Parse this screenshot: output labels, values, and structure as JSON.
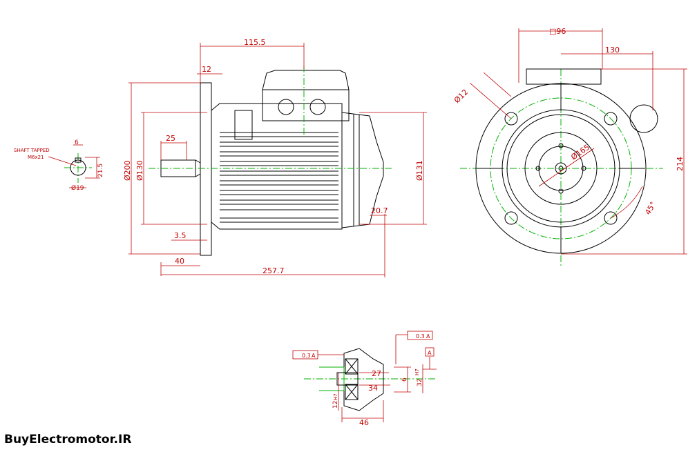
{
  "brand": "BuyElectromotor.IR",
  "colors": {
    "outline": "#000000",
    "dimension": "#c00000",
    "centerline": "#00b000"
  },
  "shaft": {
    "label": "SHAFT TAPPED",
    "thread": "M6x21",
    "key_width": "6",
    "height": "21.5",
    "diameter": "Ø19"
  },
  "side_view": {
    "length_115_5": "115.5",
    "flange_thk": "12",
    "shaft_len": "25",
    "dia_200": "Ø200",
    "dia_130": "Ø130",
    "dia_131": "Ø131",
    "spigot": "3.5",
    "shaft_total": "40",
    "overall": "257.7",
    "fan_offset": "20.7"
  },
  "end_view": {
    "box": "□96",
    "offset_130": "130",
    "hole": "Ø12",
    "pcd": "Ø165",
    "angle": "45°",
    "height": "214"
  },
  "detail": {
    "tol_perp": "0.3",
    "datum_a": "A",
    "tol_pos": "0.3",
    "datum_a2": "A",
    "datum_flag": "A",
    "d27": "27",
    "d34": "34",
    "d6": "6",
    "d32": "32",
    "h7a": "H7",
    "d12": "12",
    "h7b": "H7",
    "d46": "46"
  }
}
